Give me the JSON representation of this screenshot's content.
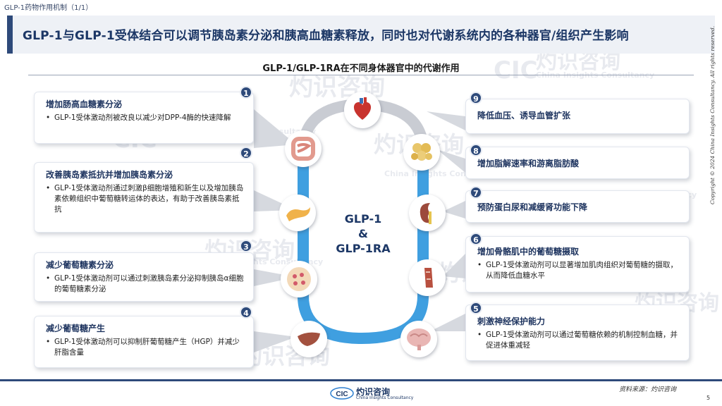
{
  "breadcrumb": "GLP-1药物作用机制（1/1）",
  "title": "GLP-1与GLP-1受体结合可以调节胰岛素分泌和胰高血糖素释放，同时也对代谢系统内的各种器官/组织产生影响",
  "subtitle": "GLP-1/GLP-1RA在不同身体器官中的代谢作用",
  "center": {
    "line1": "GLP-1",
    "line2": "&",
    "line3": "GLP-1RA"
  },
  "cards": [
    {
      "num": "1",
      "title": "增加肠高血糖素分泌",
      "body": "GLP-1受体激动剂被改良以减少对DPP-4酶的快速降解"
    },
    {
      "num": "2",
      "title": "改善胰岛素抵抗并增加胰岛素分泌",
      "body": "GLP-1受体激动剂通过刺激β细胞增殖和新生以及增加胰岛素依赖组织中葡萄糖转运体的表达，有助于改善胰岛素抵抗"
    },
    {
      "num": "3",
      "title": "减少葡萄糖素分泌",
      "body": "GLP-1受体激动剂可以通过刺激胰岛素分泌抑制胰岛α细胞的葡萄糖素分泌"
    },
    {
      "num": "4",
      "title": "减少葡萄糖产生",
      "body": "GLP-1受体激动剂可以抑制肝葡萄糖产生（HGP）并减少肝脂含量"
    },
    {
      "num": "9",
      "title": "降低血压、诱导血管扩张",
      "body": ""
    },
    {
      "num": "8",
      "title": "增加脂解速率和游离脂肪酸",
      "body": ""
    },
    {
      "num": "7",
      "title": "预防蛋白尿和减缓肾功能下降",
      "body": ""
    },
    {
      "num": "6",
      "title": "增加骨骼肌中的葡萄糖摄取",
      "body": "GLP-1受体激动剂可以显著增加肌肉组织对葡萄糖的摄取，从而降低血糖水平"
    },
    {
      "num": "5",
      "title": "刺激神经保护能力",
      "body": "GLP-1受体激动剂可以通过葡萄糖依赖的机制控制血糖，并促进体重减轻"
    }
  ],
  "copyright": "Copyright © 2024 China Insights Consultancy. All rights reserved.",
  "footer": {
    "logo_cn": "灼识咨询",
    "logo_en": "China Insights Consultancy",
    "source": "资料来源：灼识咨询",
    "page": "5"
  },
  "watermark": {
    "cn": "灼识咨询",
    "en": "China Insights Consultancy",
    "logo": "CIC"
  },
  "colors": {
    "navy": "#2e4a7a",
    "ring": "#3f9fe0",
    "ring_grey": "#c9ccd3"
  }
}
